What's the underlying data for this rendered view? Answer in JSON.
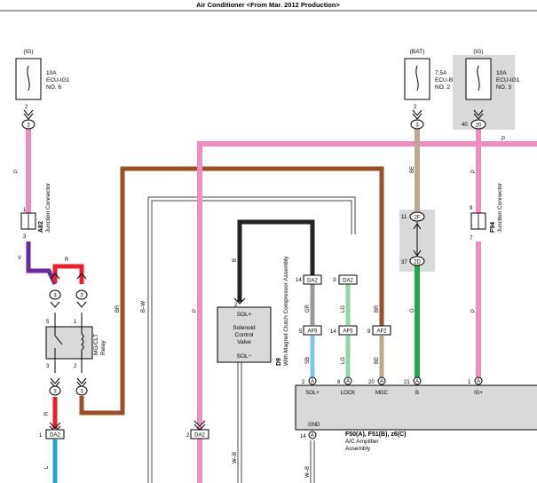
{
  "title": "Air Conditioner <From Mar. 2012 Production>",
  "fuses": [
    {
      "supply": "(IG)",
      "rating": "10A",
      "name": "ECU-IG1",
      "number": "NO. 6"
    },
    {
      "supply": "(BAT)",
      "rating": "7.5A",
      "name": "ECU-B",
      "number": "NO. 2"
    },
    {
      "supply": "(IG)",
      "rating": "10A",
      "name": "ECU-IG1",
      "number": "NO. 3"
    }
  ],
  "connectors": {
    "a82": {
      "code": "A82",
      "desc": "Junction Connector"
    },
    "f94": {
      "code": "F94",
      "desc": "Junction Connector"
    },
    "relay": {
      "name": "MG/CLT",
      "sub": "Relay"
    },
    "d9": {
      "code": "D9",
      "desc": "With Magnet Clutch Compressor Assembly"
    },
    "amp": {
      "codes": "F50(A), F51(B), z6(C)",
      "name": "A/C Amplifier",
      "sub": "Assembly"
    }
  },
  "valve": {
    "top": "SOL+",
    "line1": "Solenoid",
    "line2": "Control",
    "line3": "Valve",
    "bottom": "SOL−"
  },
  "amp_pins": [
    {
      "num": "2",
      "conn": "A",
      "name": "SOL+"
    },
    {
      "num": "8",
      "conn": "A",
      "name": "LOCK"
    },
    {
      "num": "20",
      "conn": "A",
      "name": "MGC"
    },
    {
      "num": "21",
      "conn": "A",
      "name": "B"
    },
    {
      "num": "1",
      "conn": "A",
      "name": "IG+"
    },
    {
      "num": "14",
      "conn": "A",
      "name": "GND"
    }
  ],
  "wire_colors": {
    "P": "#f08cbf",
    "BR": "#9b4f26",
    "BE": "#bfa88f",
    "G": "#22a84a",
    "R": "#e8202a",
    "V": "#6a2a9a",
    "L": "#1ba3e0",
    "B": "#222222",
    "GR": "#999999",
    "LG": "#8fd6a3",
    "SB": "#7fc6ec",
    "W-B": "#444444"
  },
  "labels": {
    "p": "P",
    "br": "BR",
    "bw": "B–W",
    "be": "BE",
    "g": "G",
    "r": "R",
    "v": "V",
    "l": "L",
    "b": "B",
    "gr": "GR",
    "lg": "LG",
    "sb": "SB",
    "wb": "W–B"
  },
  "pin_labels": {
    "two": "2",
    "three": "3",
    "forty": "40",
    "twenty": "20",
    "eleven": "11",
    "thirtyseven": "37",
    "two_f": "2F",
    "two_d": "2D",
    "nine": "9",
    "seven": "7",
    "one": "1",
    "five": "5",
    "fourteen": "14",
    "eight": "8",
    "twentyone": "21"
  },
  "conn_labels": {
    "da2": "DA2",
    "af5": "AF5",
    "af2": "AF2",
    "a": "A"
  }
}
